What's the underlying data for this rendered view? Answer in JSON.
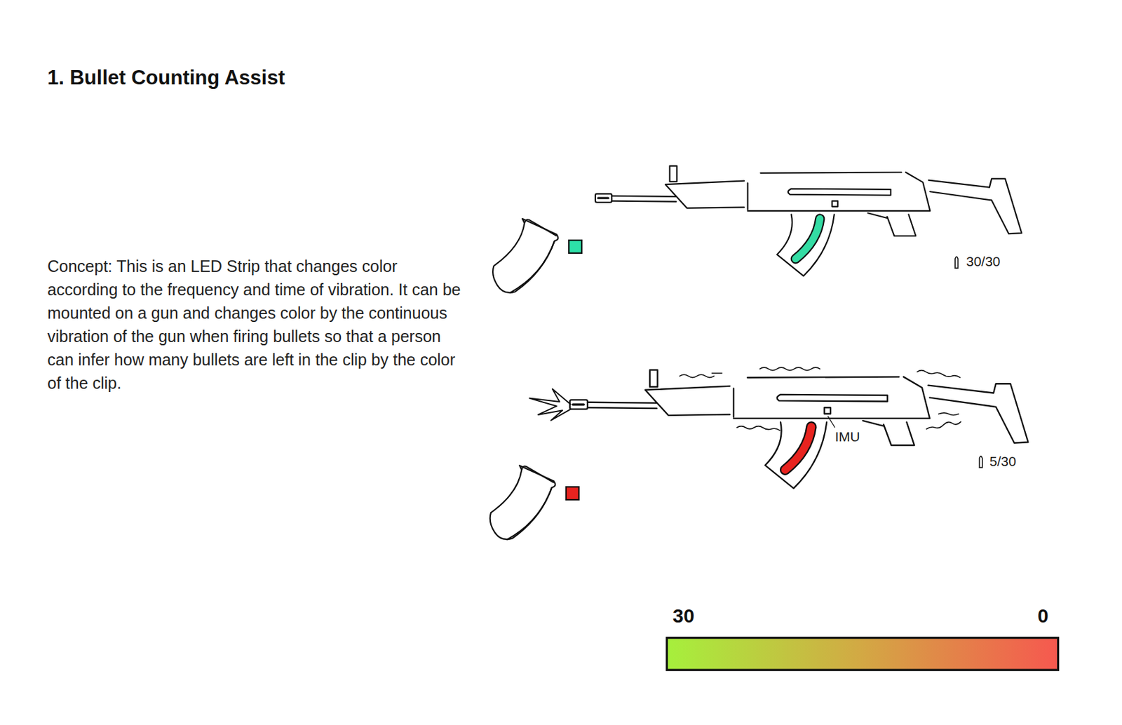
{
  "diagram": {
    "title": "1. Bullet Counting Assist",
    "caption": "Concept: This is an LED Strip that changes color according to the frequency and time of vibration. It can be mounted on a gun and changes color by the continuous vibration of the gun when firing bullets so that a person can infer how many bullets are left in the clip by the color of the clip.",
    "labels": [
      "30/30",
      "IMU",
      "5/30",
      "30",
      "0"
    ]
  }
}
